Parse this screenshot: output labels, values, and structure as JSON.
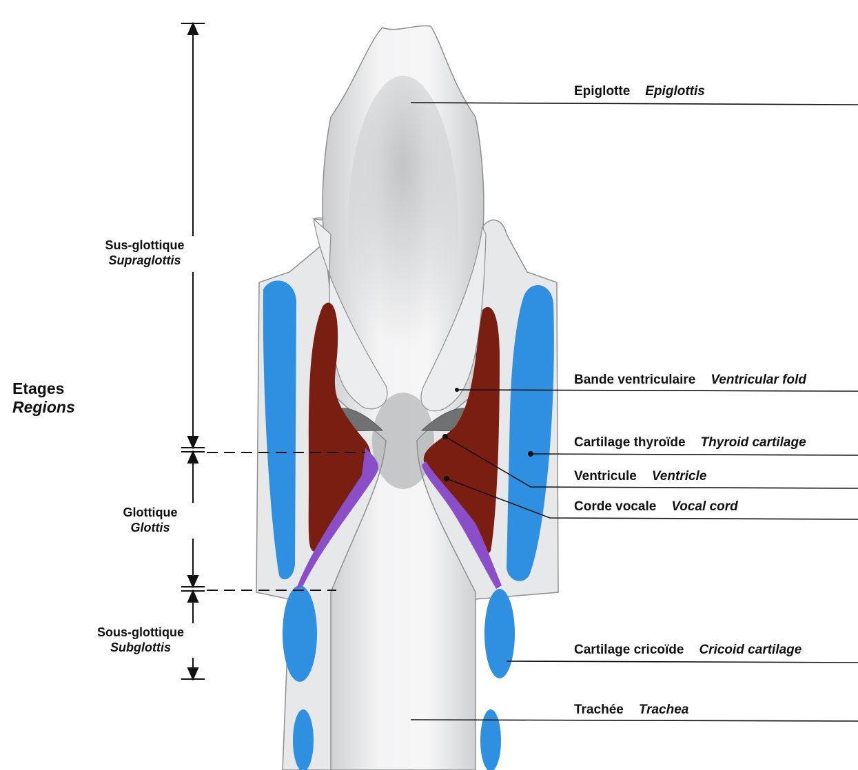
{
  "title": {
    "fr": "Etages",
    "en": "Regions"
  },
  "regions": [
    {
      "fr": "Sus-glottique",
      "en": "Supraglottis"
    },
    {
      "fr": "Glottique",
      "en": "Glottis"
    },
    {
      "fr": "Sous-glottique",
      "en": "Subglottis"
    }
  ],
  "labels": [
    {
      "fr": "Epiglotte",
      "en": "Epiglottis"
    },
    {
      "fr": "Bande ventriculaire",
      "en": "Ventricular fold"
    },
    {
      "fr": "Cartilage thyroïde",
      "en": "Thyroid cartilage"
    },
    {
      "fr": "Ventricule",
      "en": "Ventricle"
    },
    {
      "fr": "Corde vocale",
      "en": "Vocal cord"
    },
    {
      "fr": "Cartilage cricoïde",
      "en": "Cricoid cartilage"
    },
    {
      "fr": "Trachée",
      "en": "Trachea"
    }
  ],
  "colors": {
    "cartilage": "#2f8fe0",
    "muscle": "#7a1e12",
    "mucosa": "#e9ebec",
    "vocal_ligament": "#8a4fc8"
  }
}
